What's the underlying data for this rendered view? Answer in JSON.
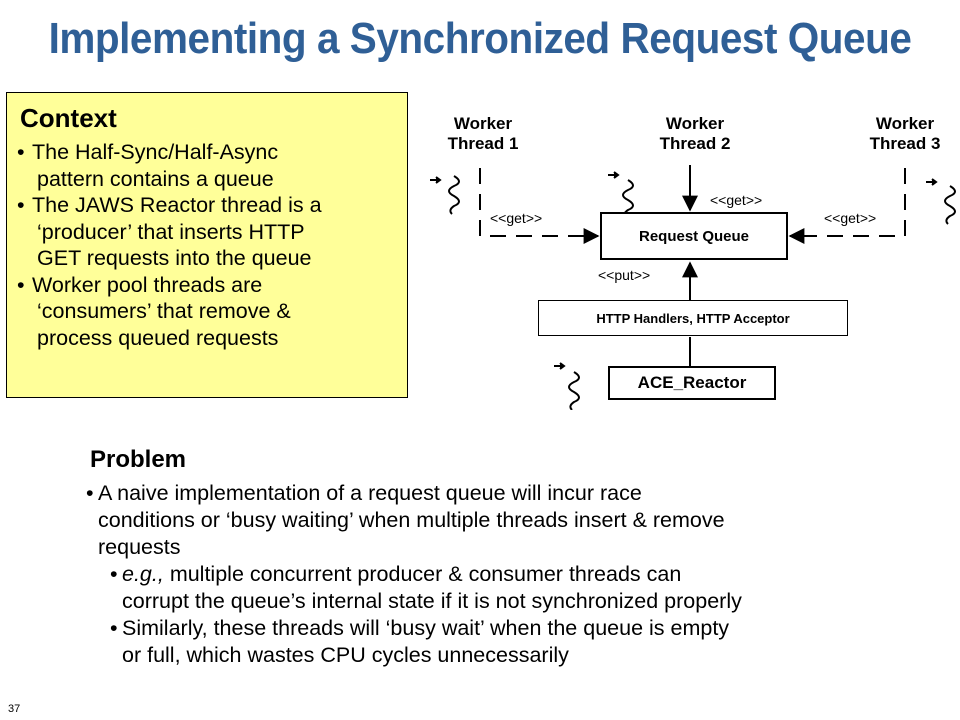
{
  "title": "Implementing a Synchronized Request Queue",
  "context": {
    "heading": "Context",
    "bullets": [
      {
        "line1": "The Half-Sync/Half-Async",
        "line2": "pattern contains a queue",
        "line3": ""
      },
      {
        "line1": "The JAWS Reactor thread is a",
        "line2": "‘producer’ that inserts HTTP",
        "line3": "GET requests into the queue"
      },
      {
        "line1": "Worker pool threads are",
        "line2": "‘consumers’ that remove &",
        "line3": "process queued requests"
      }
    ]
  },
  "diagram": {
    "worker1": {
      "line1": "Worker",
      "line2": "Thread 1"
    },
    "worker2": {
      "line1": "Worker",
      "line2": "Thread 2"
    },
    "worker3": {
      "line1": "Worker",
      "line2": "Thread 3"
    },
    "get_label": "<<get>>",
    "put_label": "<<put>>",
    "request_queue": "Request Queue",
    "handlers": "HTTP Handlers,     HTTP Acceptor",
    "reactor": "ACE_Reactor"
  },
  "problem": {
    "heading": "Problem",
    "bullet1": {
      "line1": "A naive implementation of a request queue will incur race",
      "line2": "conditions or ‘busy waiting’ when multiple threads insert & remove",
      "line3": "requests"
    },
    "sub1": {
      "emph": "e.g.,",
      "line1": " multiple concurrent producer & consumer threads can",
      "line2": "corrupt the queue’s internal state if it is not synchronized properly"
    },
    "sub2": {
      "line1": "Similarly, these threads will ‘busy wait’ when the queue is empty",
      "line2": "or full, which wastes CPU cycles unnecessarily"
    }
  },
  "page_number": "37"
}
